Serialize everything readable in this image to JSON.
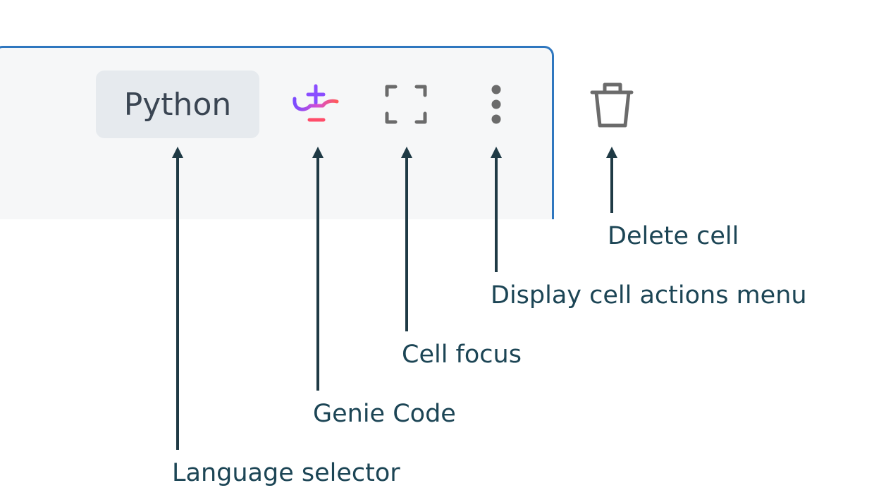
{
  "toolbar": {
    "language_label": "Python"
  },
  "icons": {
    "genie": "genie-code-icon",
    "focus": "cell-focus-icon",
    "menu": "kebab-menu-icon",
    "delete": "trash-icon"
  },
  "annotations": {
    "language_selector": "Language selector",
    "genie_code": "Genie Code",
    "cell_focus": "Cell focus",
    "cell_actions_menu": "Display cell actions menu",
    "delete_cell": "Delete cell"
  },
  "colors": {
    "cell_border": "#2f77bf",
    "cell_background": "#f6f7f8",
    "label_text": "#1c4555",
    "arrow": "#1f3a45",
    "icon_gray": "#6b6b6b"
  }
}
